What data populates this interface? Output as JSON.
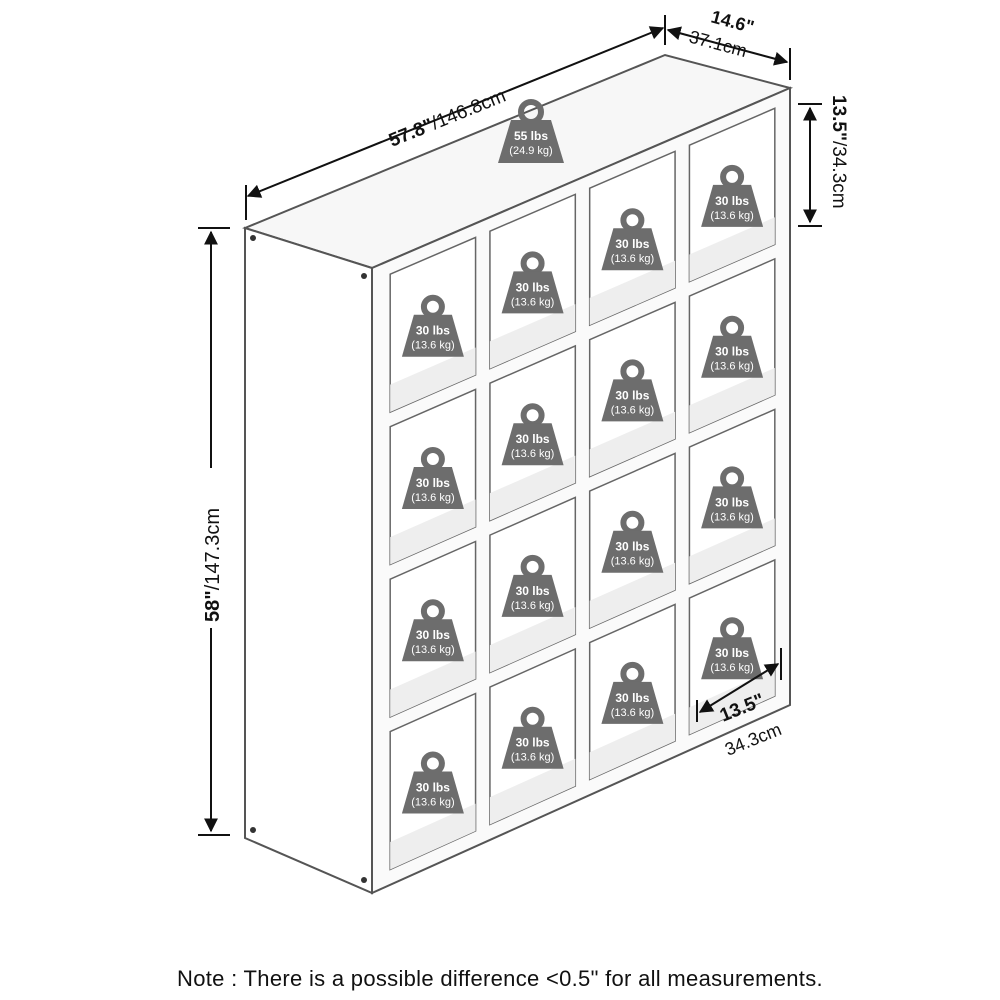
{
  "dimensions": {
    "width": {
      "imperial": "57.8\"",
      "metric": "/146.8cm"
    },
    "depth": {
      "imperial": "14.6\"",
      "metric": "37.1cm"
    },
    "height": {
      "imperial": "58\"",
      "metric": "/147.3cm"
    },
    "cube_height": {
      "imperial": "13.5\"",
      "metric": "/34.3cm"
    },
    "cube_width": {
      "imperial": "13.5\"",
      "metric": "34.3cm"
    }
  },
  "top_load": {
    "lbs": "55 lbs",
    "kg": "(24.9 kg)"
  },
  "cube_load": {
    "lbs": "30 lbs",
    "kg": "(13.6 kg)"
  },
  "grid": {
    "rows": 4,
    "columns": 4
  },
  "colors": {
    "outline": "#555555",
    "weight_fill": "#6d6d6d",
    "panel": "#ffffff",
    "shelf": "#f2f2f2",
    "text": "#111111"
  },
  "note": "Note : There is a possible difference <0.5\" for all measurements."
}
